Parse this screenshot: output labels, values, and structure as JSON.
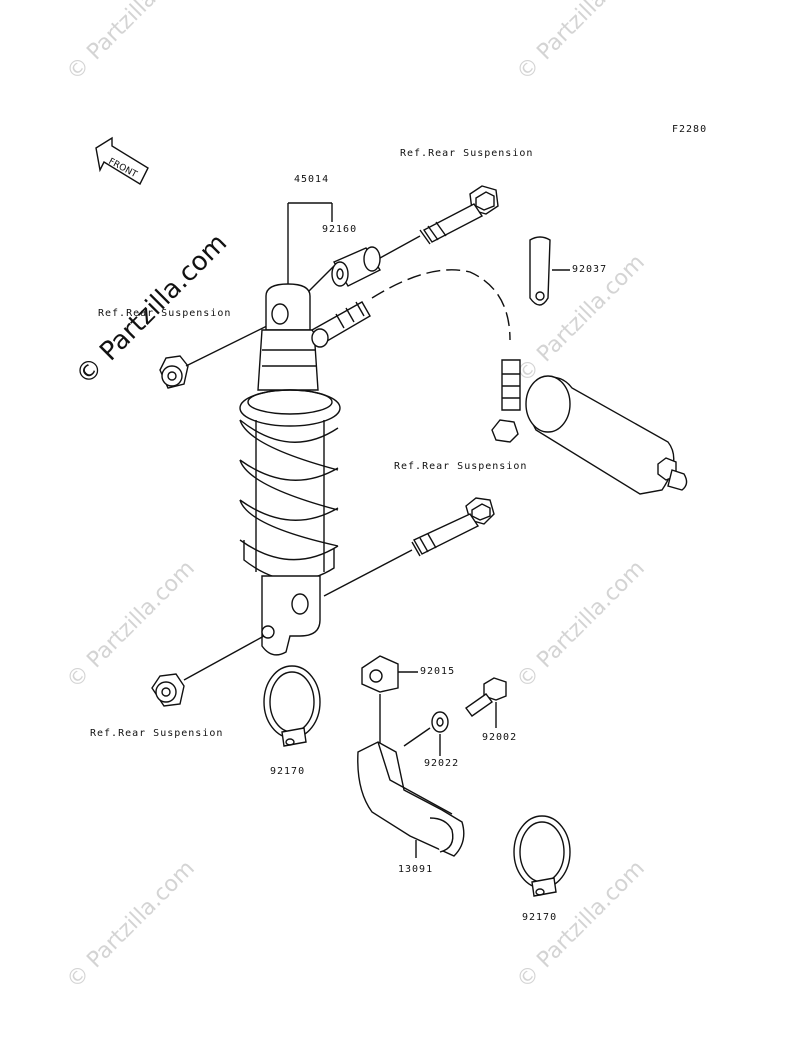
{
  "diagram_code": "F2280",
  "front_arrow_label": "FRONT",
  "watermark_text": "© Partzilla.com",
  "parts": {
    "shock_assembly": "45014",
    "bushing": "92160",
    "bolt_top": "Ref.Rear Suspension",
    "nut_top": "Ref.Rear Suspension",
    "bolt_bottom": "Ref.Rear Suspension",
    "nut_bottom": "Ref.Rear Suspension",
    "strap": "92037",
    "clip": "92015",
    "bolt_small": "92002",
    "washer": "92022",
    "clamp_left": "92170",
    "clamp_right": "92170",
    "cover": "13091"
  },
  "colors": {
    "line": "#111111",
    "watermark": "#d4d4d4",
    "background": "#ffffff"
  }
}
